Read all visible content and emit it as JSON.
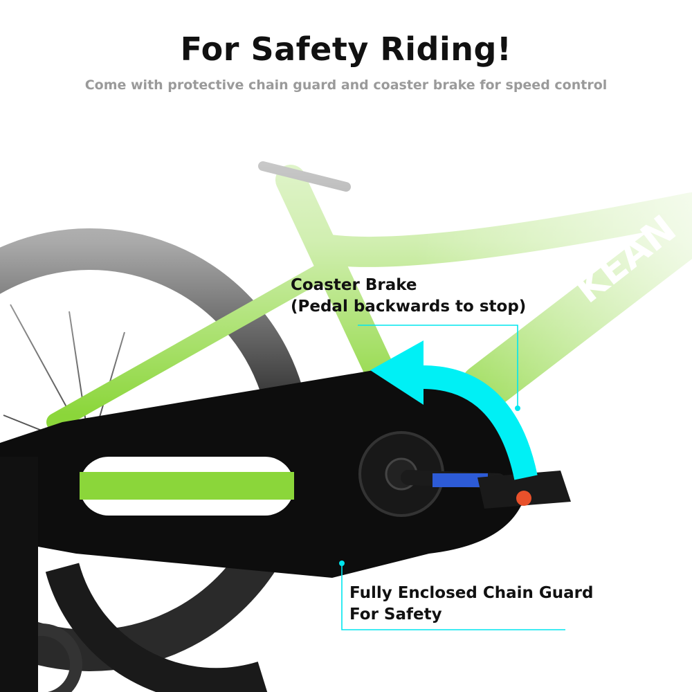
{
  "header": {
    "title": "For Safety Riding!",
    "subtitle": "Come with protective chain guard and coaster brake for speed control"
  },
  "callouts": {
    "coaster_brake": {
      "line1": "Coaster Brake",
      "line2": "(Pedal backwards to stop)"
    },
    "chain_guard": {
      "line1": "Fully Enclosed Chain Guard",
      "line2": "For Safety"
    }
  },
  "photo": {
    "subject": "bike-chain-guard-photo",
    "brand_lettering": "KEAN"
  },
  "colors": {
    "accent": "#00f0f5",
    "frame": "#8bd63a",
    "guard": "#0d0d0d",
    "title": "#111111",
    "subtitle": "#9a9a9a"
  }
}
